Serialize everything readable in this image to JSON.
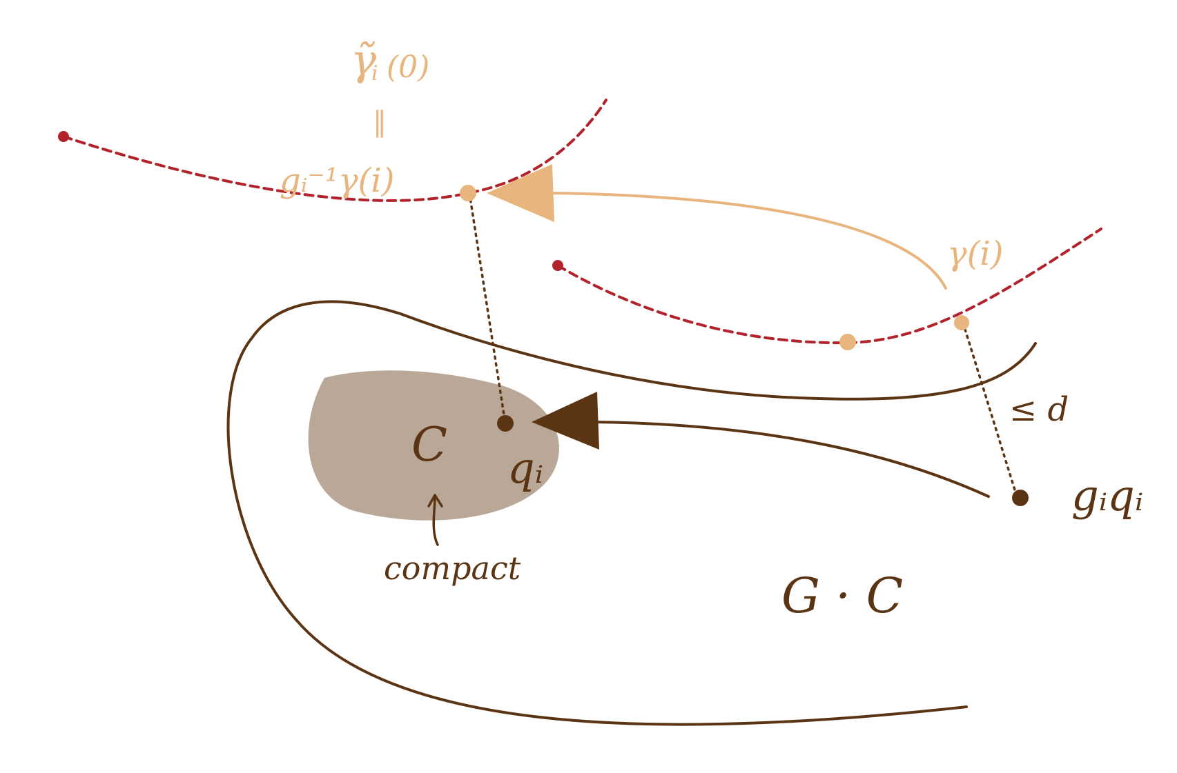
{
  "labels": {
    "gamma_tilde": "γ̃",
    "gamma_tilde_sub": "i",
    "gamma_tilde_arg": "(0)",
    "equals": "‖",
    "gi_inv_gamma": "gᵢ⁻¹γ(i)",
    "gamma_i": "γ(i)",
    "le_d": "≤ d",
    "C": "C",
    "q_i": "qᵢ",
    "g_i_q_i": "gᵢqᵢ",
    "compact": "compact",
    "G_dot_C": "G · C"
  },
  "colors": {
    "dashed_curve": "#b2222b",
    "orange": "#e8b57e",
    "brown": "#5b3413",
    "compact_fill": "#b9a897"
  }
}
